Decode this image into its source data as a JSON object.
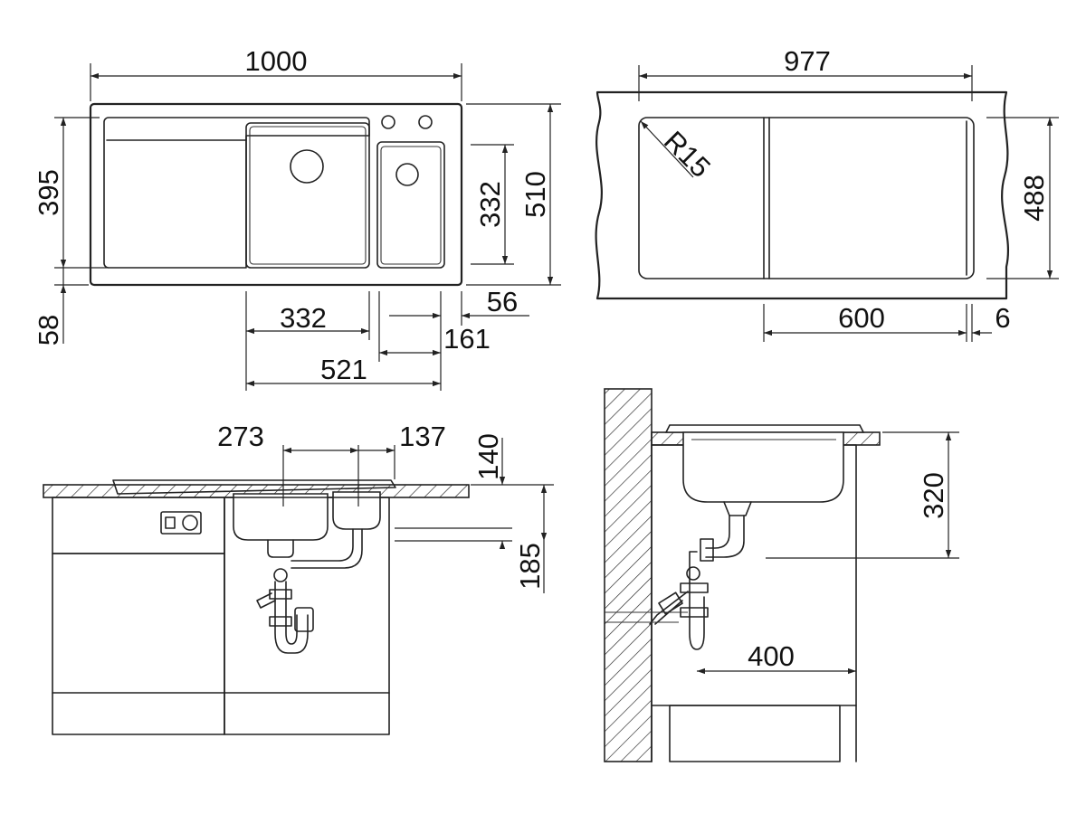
{
  "dimensions": {
    "top_width": "1000",
    "top_height_total": "510",
    "top_height_left": "395",
    "top_height_small": "332",
    "top_offset_58": "58",
    "top_bowl_width": "332",
    "top_56": "56",
    "top_161": "161",
    "top_521": "521",
    "right_width": "977",
    "right_height": "488",
    "right_radius": "R15",
    "right_600": "600",
    "right_6": "6",
    "front_273": "273",
    "front_137": "137",
    "front_140": "140",
    "front_185": "185",
    "side_320": "320",
    "side_400": "400"
  }
}
